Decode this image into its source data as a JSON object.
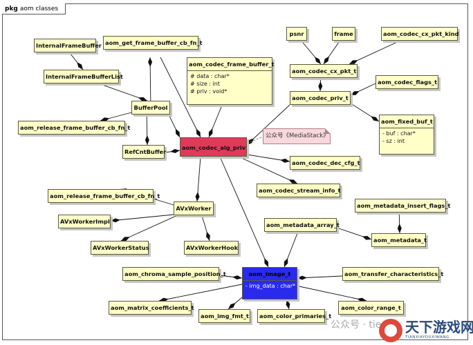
{
  "frame": {
    "keyword": "pkg",
    "name": "aom classes"
  },
  "classes": {
    "internal_frame_buffer": {
      "name": "InternalFrameBuffer"
    },
    "internal_frame_buffer_list": {
      "name": "InternalFrameBufferList"
    },
    "buffer_pool": {
      "name": "BufferPool"
    },
    "release_cb_top": {
      "name": "aom_release_frame_buffer_cb_fn_t"
    },
    "ref_cnt_buffer": {
      "name": "RefCntBuffer"
    },
    "get_frame_buffer_cb": {
      "name": "aom_get_frame_buffer_cb_fn_t"
    },
    "codec_frame_buffer": {
      "name": "aom_codec_frame_buffer_t",
      "attrs": [
        "# data : char*",
        "# size : int",
        "# priv : void*"
      ]
    },
    "psnr": {
      "name": "psnr"
    },
    "frame": {
      "name": "frame"
    },
    "cx_pkt_kind": {
      "name": "aom_codec_cx_pkt_kind"
    },
    "cx_pkt": {
      "name": "aom_codec_cx_pkt_t"
    },
    "codec_flags": {
      "name": "aom_codec_flags_t"
    },
    "codec_priv": {
      "name": "aom_codec_priv_t"
    },
    "fixed_buf": {
      "name": "aom_fixed_buf_t",
      "attrs": [
        "- buf : char*",
        "- sz : int"
      ]
    },
    "alg_priv": {
      "name": "aom_codec_alg_priv"
    },
    "dec_cfg": {
      "name": "aom_codec_dec_cfg_t"
    },
    "stream_info": {
      "name": "aom_codec_stream_info_t"
    },
    "release_cb_mid": {
      "name": "aom_release_frame_buffer_cb_fn_t"
    },
    "avx_worker": {
      "name": "AVxWorker"
    },
    "avx_worker_impl": {
      "name": "AVxWorkerImpl"
    },
    "avx_worker_status": {
      "name": "AVxWorkerStatus"
    },
    "avx_worker_hook": {
      "name": "AVxWorkerHook"
    },
    "metadata_insert_flags": {
      "name": "aom_metadata_insert_flags_t"
    },
    "metadata_array": {
      "name": "aom_metadata_array_t"
    },
    "metadata": {
      "name": "aom_metadata_t"
    },
    "chroma_sample_position": {
      "name": "aom_chroma_sample_position_t"
    },
    "image": {
      "name": "aom_image_t",
      "attrs": [
        "- img_data : char*"
      ]
    },
    "transfer_characteristics": {
      "name": "aom_transfer_characteristics_t"
    },
    "matrix_coefficients": {
      "name": "aom_matrix_coefficients_t"
    },
    "img_fmt": {
      "name": "aom_img_fmt_t"
    },
    "color_primaries": {
      "name": "aom_color_primaries_t"
    },
    "color_range": {
      "name": "aom_color_range_t"
    }
  },
  "note": {
    "text": "公众号《MediaStack》"
  },
  "watermark": {
    "text": "公众号 · tiedia",
    "site_name": "天下游戏网",
    "site_sub": "TIANXIAYOUXIWANG"
  },
  "colors": {
    "class_fill": "#ffffc8",
    "alg_priv_fill": "#e03a5a",
    "image_fill": "#2a2aee",
    "note_fill": "#f8d8dc",
    "line": "#111111"
  }
}
